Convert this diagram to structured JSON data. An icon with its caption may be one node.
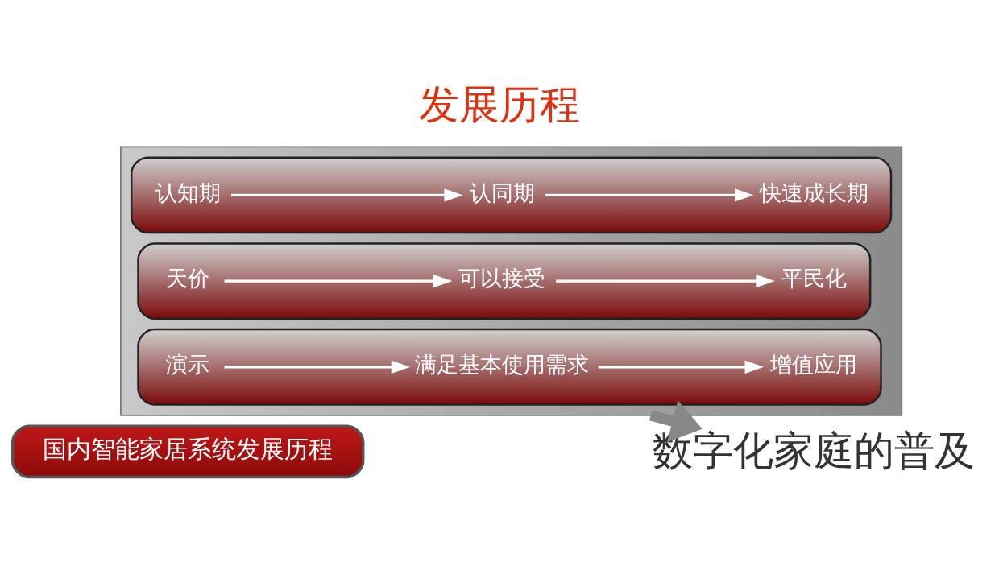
{
  "diagram": {
    "title": "发展历程",
    "nodes": [
      {
        "text": [
          "国内智能家居系统发展历程"
        ]
      },
      {
        "text": [],
        "shape": "arrow"
      },
      {
        "text": [],
        "shape": "bar",
        "in": 1
      },
      {
        "text": [
          "认知期"
        ],
        "in": 2
      },
      {
        "text": [
          "认同期"
        ],
        "in": 2
      },
      {
        "text": [
          "快速成长期"
        ],
        "in": 2
      },
      {
        "text": [],
        "shape": "bar",
        "in": 1
      },
      {
        "text": [
          "演示"
        ],
        "in": 6
      },
      {
        "text": [
          "满足基本使用需求"
        ],
        "in": 6
      },
      {
        "text": [
          "增值应用"
        ],
        "in": 6
      },
      {
        "text": [],
        "shape": "bar",
        "in": 1
      },
      {
        "text": [
          "天价"
        ],
        "in": 10
      },
      {
        "text": [
          "可以接受"
        ],
        "in": 10
      },
      {
        "text": [
          "平民化"
        ],
        "in": 10
      },
      {
        "text": [
          "数字化家庭的普及"
        ]
      }
    ],
    "edges": [
      {
        "from": 3,
        "to": 4,
        "arrow": "to"
      },
      {
        "from": 4,
        "to": 5,
        "arrow": "to"
      },
      {
        "from": 7,
        "to": 8,
        "arrow": "to"
      },
      {
        "from": 8,
        "to": 9,
        "arrow": "to"
      },
      {
        "from": 11,
        "to": 12,
        "arrow": "to"
      },
      {
        "from": 12,
        "to": 13,
        "arrow": "to"
      },
      {
        "from": 1,
        "to": 14,
        "arrow": "to",
        "style": "thick",
        "color": "#888888"
      }
    ]
  }
}
